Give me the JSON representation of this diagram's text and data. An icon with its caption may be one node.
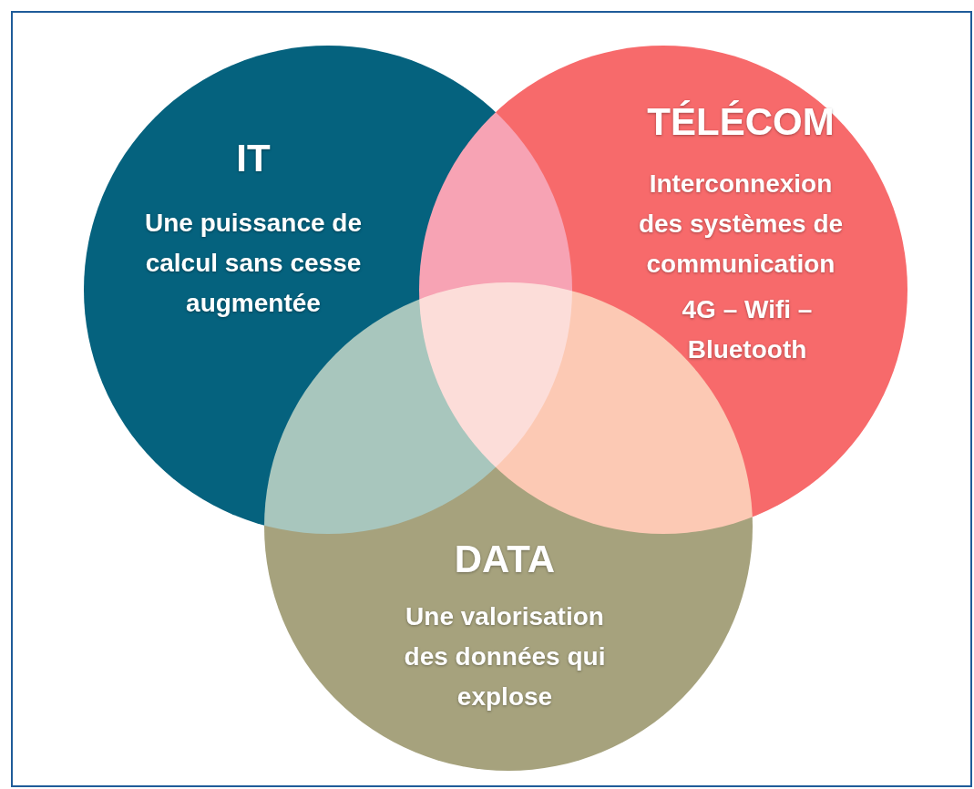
{
  "diagram": {
    "nodes": [
      {
        "text": [
          "IT",
          "Une puissance de calcul sans cesse augmentée"
        ]
      },
      {
        "text": [
          "TÉLÉCOM",
          "Interconnexion des systèmes de communication",
          "4G – Wifi – Bluetooth"
        ]
      },
      {
        "text": [
          "DATA",
          "Une valorisation des données qui explose"
        ]
      }
    ],
    "edges": []
  }
}
